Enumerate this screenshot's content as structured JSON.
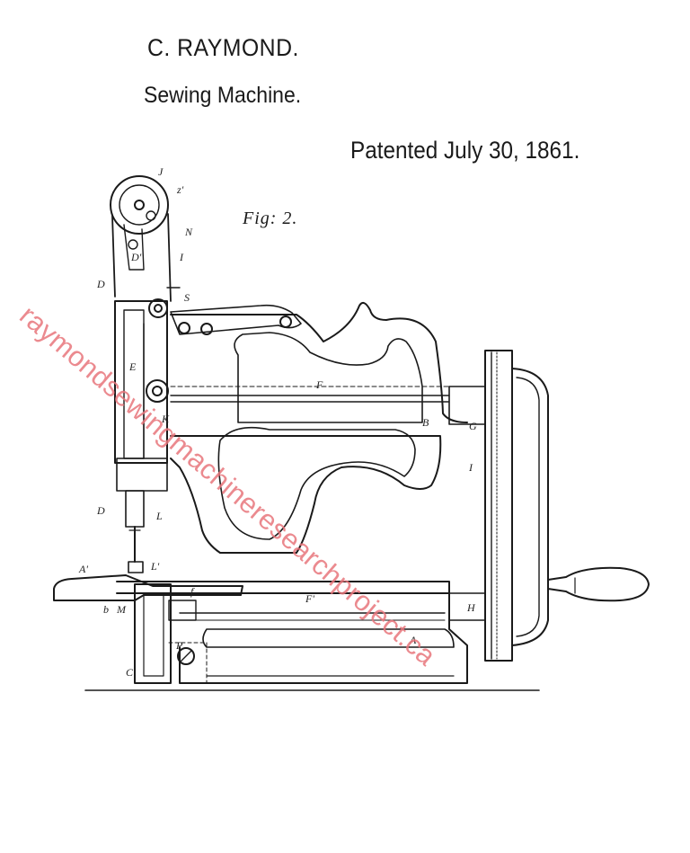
{
  "header": {
    "inventor": "C. RAYMOND.",
    "invention": "Sewing Machine.",
    "patent_date": "Patented July 30, 1861."
  },
  "figure": {
    "label": "Fig: 2.",
    "reference_letters": [
      "J",
      "z'",
      "N",
      "D'",
      "I",
      "D",
      "S",
      "E",
      "K",
      "D",
      "L",
      "L'",
      "A'",
      "b",
      "M",
      "P",
      "C",
      "F",
      "f",
      "F'",
      "H",
      "A",
      "B",
      "G",
      "I"
    ]
  },
  "watermark": "raymondsewingmachineresearchproject.ca"
}
